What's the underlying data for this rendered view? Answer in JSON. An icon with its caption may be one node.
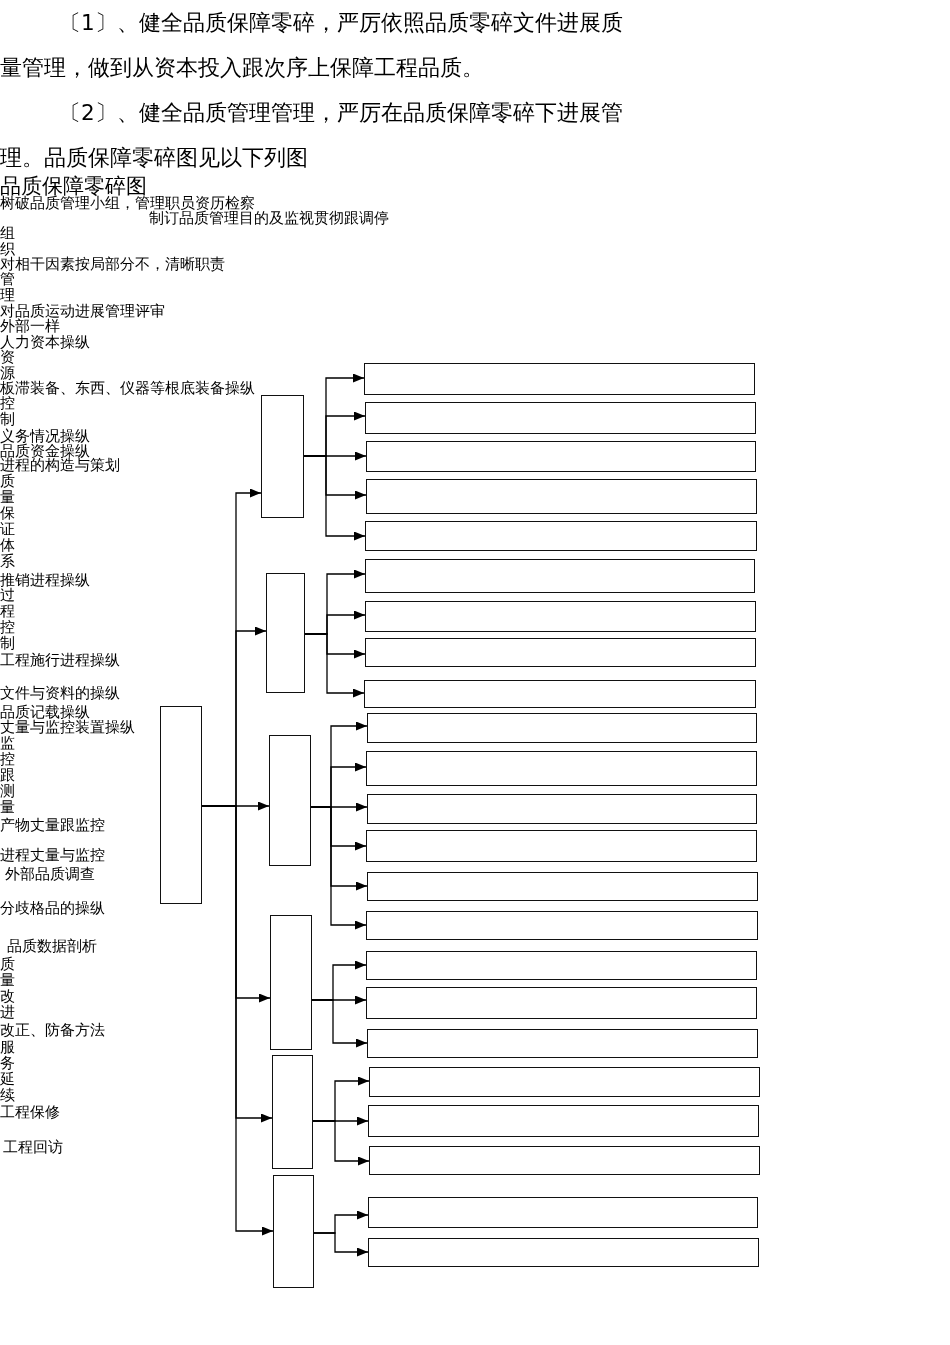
{
  "diagram": {
    "title": "品质保障零碎图",
    "nodes": [
      {
        "text": [],
        "shape": "box"
      },
      {
        "text": [],
        "shape": "box"
      },
      {
        "text": [],
        "shape": "box"
      },
      {
        "text": [],
        "shape": "box"
      },
      {
        "text": [],
        "shape": "box"
      },
      {
        "text": [],
        "shape": "box"
      },
      {
        "text": [],
        "shape": "box"
      },
      {
        "text": [],
        "shape": "box"
      },
      {
        "text": [],
        "shape": "box"
      },
      {
        "text": [],
        "shape": "box"
      },
      {
        "text": [],
        "shape": "box"
      },
      {
        "text": [],
        "shape": "box"
      },
      {
        "text": [],
        "shape": "box"
      },
      {
        "text": [],
        "shape": "box"
      },
      {
        "text": [],
        "shape": "box"
      },
      {
        "text": [],
        "shape": "box"
      },
      {
        "text": [],
        "shape": "box"
      },
      {
        "text": [],
        "shape": "box"
      },
      {
        "text": [],
        "shape": "box"
      },
      {
        "text": [],
        "shape": "box"
      },
      {
        "text": [],
        "shape": "box"
      },
      {
        "text": [],
        "shape": "box"
      },
      {
        "text": [],
        "shape": "box"
      },
      {
        "text": [],
        "shape": "box"
      },
      {
        "text": [],
        "shape": "box"
      },
      {
        "text": [],
        "shape": "box"
      },
      {
        "text": [],
        "shape": "box"
      },
      {
        "text": [],
        "shape": "box"
      },
      {
        "text": [],
        "shape": "box"
      },
      {
        "text": [],
        "shape": "box"
      }
    ],
    "edges": [
      {
        "from": 0,
        "to": 1,
        "arrow": "to"
      },
      {
        "from": 0,
        "to": 2,
        "arrow": "to"
      },
      {
        "from": 0,
        "to": 3,
        "arrow": "to"
      },
      {
        "from": 0,
        "to": 4,
        "arrow": "to"
      },
      {
        "from": 0,
        "to": 5,
        "arrow": "to"
      },
      {
        "from": 0,
        "to": 6,
        "arrow": "to"
      },
      {
        "from": 1,
        "to": 7,
        "arrow": "to"
      },
      {
        "from": 1,
        "to": 8,
        "arrow": "to"
      },
      {
        "from": 1,
        "to": 9,
        "arrow": "to"
      },
      {
        "from": 1,
        "to": 10,
        "arrow": "to"
      },
      {
        "from": 1,
        "to": 11,
        "arrow": "to"
      },
      {
        "from": 2,
        "to": 12,
        "arrow": "to"
      },
      {
        "from": 2,
        "to": 13,
        "arrow": "to"
      },
      {
        "from": 2,
        "to": 14,
        "arrow": "to"
      },
      {
        "from": 2,
        "to": 15,
        "arrow": "to"
      },
      {
        "from": 3,
        "to": 16,
        "arrow": "to"
      },
      {
        "from": 3,
        "to": 17,
        "arrow": "to"
      },
      {
        "from": 3,
        "to": 18,
        "arrow": "to"
      },
      {
        "from": 3,
        "to": 19,
        "arrow": "to"
      },
      {
        "from": 3,
        "to": 20,
        "arrow": "to"
      },
      {
        "from": 3,
        "to": 21,
        "arrow": "to"
      },
      {
        "from": 4,
        "to": 22,
        "arrow": "to"
      },
      {
        "from": 4,
        "to": 23,
        "arrow": "to"
      },
      {
        "from": 4,
        "to": 24,
        "arrow": "to"
      },
      {
        "from": 5,
        "to": 25,
        "arrow": "to"
      },
      {
        "from": 5,
        "to": 26,
        "arrow": "to"
      },
      {
        "from": 5,
        "to": 27,
        "arrow": "to"
      },
      {
        "from": 6,
        "to": 28,
        "arrow": "to"
      },
      {
        "from": 6,
        "to": 29,
        "arrow": "to"
      }
    ],
    "labels": [
      "〔1〕、健全品质保障零碎，严厉依照品质零碎文件进展质量管理，做到从资本投入跟次序上保障工程品质。",
      "〔2〕、健全品质管理管理，严厉在品质保障零碎下进展管理。品质保障零碎图见以下列图",
      "树破品质管理小组，管理职员资历检察",
      "制订品质管理目的及监视贯彻跟调停",
      "组织",
      "对相干因素按局部分不，清晰职责",
      "管理",
      "对品质运动进展管理评审",
      "外部一样",
      "人力资本操纵",
      "资源",
      "板滞装备、东西、仪器等根底装备操纵",
      "控制",
      "义务情况操纵",
      "品质资金操纵",
      "进程的构造与策划",
      "质量保证体系",
      "推销进程操纵",
      "过程控制",
      "工程施行进程操纵",
      "文件与资料的操纵",
      "品质记载操纵",
      "丈量与监控装置操纵",
      "监控跟测量",
      "产物丈量跟监控",
      "进程丈量与监控",
      "外部品质调查",
      "分歧格品的操纵",
      "品质数据剖析",
      "质量改进",
      "改正、防备方法",
      "服务延续",
      "工程保修",
      "工程回访"
    ]
  }
}
